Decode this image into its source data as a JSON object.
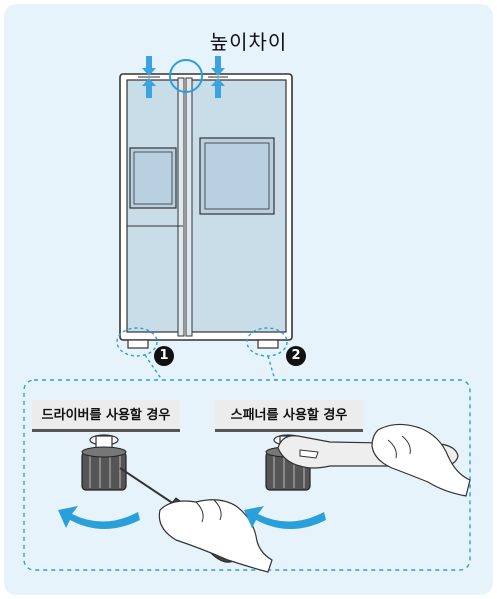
{
  "header": {
    "title": "높이차이"
  },
  "callouts": [
    {
      "number": "1",
      "label": "드라이버를 사용할 경우"
    },
    {
      "number": "2",
      "label": "스패너를 사용할 경우"
    }
  ],
  "colors": {
    "panel_bg": "#e6f3fb",
    "door_fill": "#c9dde9",
    "accent_blue": "#2aa0db",
    "arrow_blue": "#3aa3e0",
    "outline": "#333333"
  }
}
